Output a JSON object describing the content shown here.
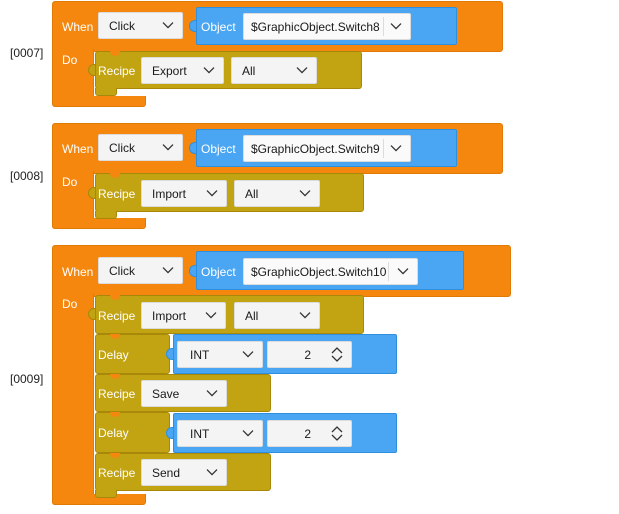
{
  "rules": [
    {
      "id": "[0007]",
      "when_label": "When",
      "do_label": "Do",
      "event_value": "Click",
      "object_label": "Object",
      "object_value": "$GraphicObject.Switch8",
      "actions": [
        {
          "type": "recipe",
          "label": "Recipe",
          "value": "Export",
          "target": "All"
        }
      ]
    },
    {
      "id": "[0008]",
      "when_label": "When",
      "do_label": "Do",
      "event_value": "Click",
      "object_label": "Object",
      "object_value": "$GraphicObject.Switch9",
      "actions": [
        {
          "type": "recipe",
          "label": "Recipe",
          "value": "Import",
          "target": "All"
        }
      ]
    },
    {
      "id": "[0009]",
      "when_label": "When",
      "do_label": "Do",
      "event_value": "Click",
      "object_label": "Object",
      "object_value": "$GraphicObject.Switch10",
      "actions": [
        {
          "type": "recipe",
          "label": "Recipe",
          "value": "Import",
          "target": "All"
        },
        {
          "type": "delay",
          "label": "Delay",
          "unit": "INT",
          "amount": "2"
        },
        {
          "type": "recipe",
          "label": "Recipe",
          "value": "Save"
        },
        {
          "type": "delay",
          "label": "Delay",
          "unit": "INT",
          "amount": "2"
        },
        {
          "type": "recipe",
          "label": "Recipe",
          "value": "Send"
        }
      ]
    }
  ],
  "colors": {
    "event_block": "#f5870e",
    "object_block": "#4aa6f2",
    "recipe_block": "#c2a311",
    "dropdown_bg": "#f4f4f4"
  },
  "icons": {
    "dropdown": "chevron-down-icon",
    "spinner_up": "chevron-up-icon",
    "spinner_down": "chevron-down-icon"
  }
}
